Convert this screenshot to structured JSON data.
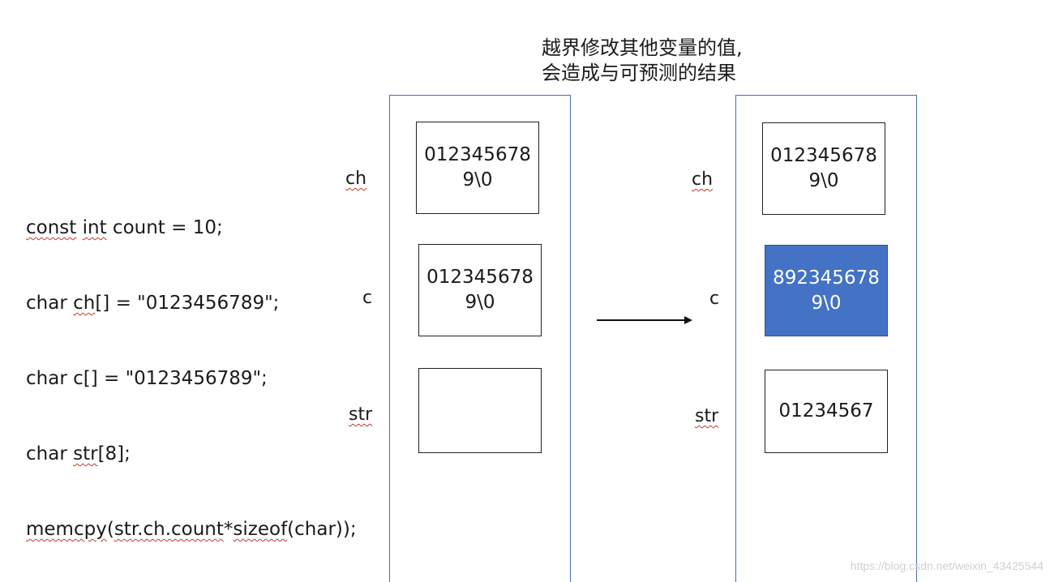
{
  "title": {
    "line1": "越界修改其他变量的值,",
    "line2": "会造成与可预测的结果"
  },
  "code": {
    "line1_a": "const",
    "line1_b": " ",
    "line1_c": "int",
    "line1_d": " count = 10;",
    "line2_a": "char ",
    "line2_b": "ch",
    "line2_c": "[] = \"0123456789\";",
    "line3": "char c[] = \"0123456789\";",
    "line4_a": "char ",
    "line4_b": "str",
    "line4_c": "[8];",
    "line5_a": "memcpy",
    "line5_b": "(",
    "line5_c": "str.ch.count",
    "line5_d": "*",
    "line5_e": "sizeof",
    "line5_f": "(char));"
  },
  "before": {
    "ch_label": "ch",
    "c_label": "c",
    "str_label": "str",
    "ch_line1": "012345678",
    "ch_line2": "9\\0",
    "c_line1": "012345678",
    "c_line2": "9\\0",
    "str_value": ""
  },
  "after": {
    "ch_label": "ch",
    "c_label": "c",
    "str_label": "str",
    "ch_line1": "012345678",
    "ch_line2": "9\\0",
    "c_line1": "892345678",
    "c_line2": "9\\0",
    "str_value": "01234567"
  },
  "colors": {
    "highlight": "#4472c4",
    "column_border": "#4a6fa5"
  },
  "watermark": "https://blog.csdn.net/weixin_43425544"
}
